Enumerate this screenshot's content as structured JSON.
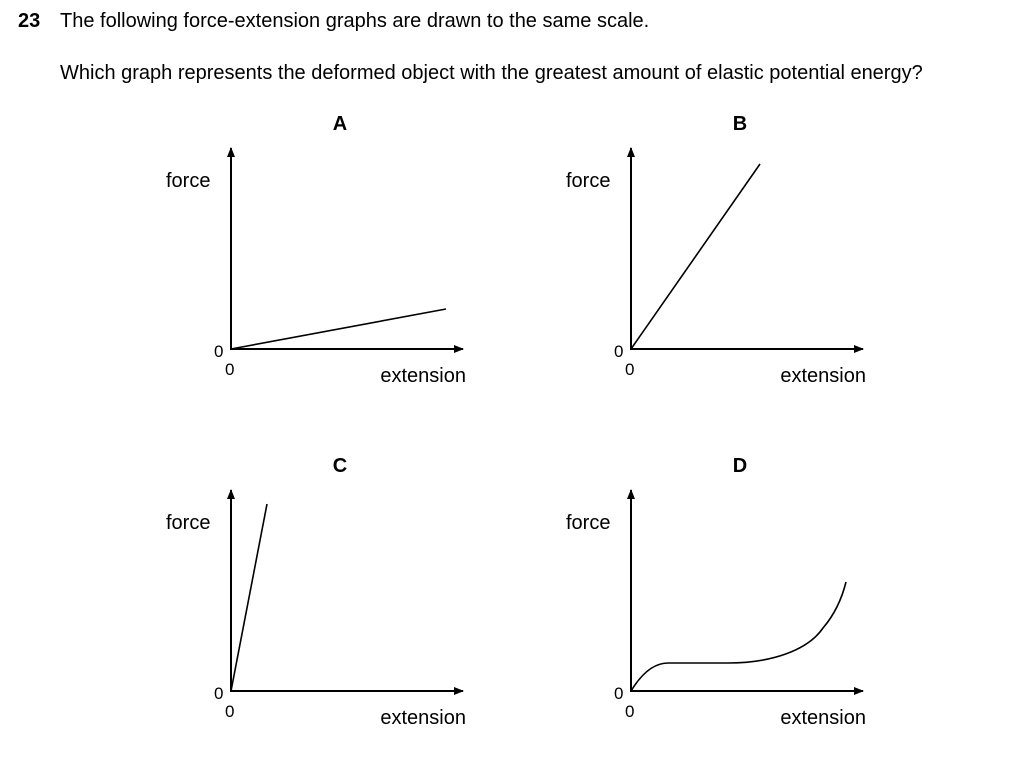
{
  "question": {
    "number": "23",
    "stem": "The following force-extension graphs are drawn to the same scale.",
    "prompt": "Which graph represents the deformed object with the greatest amount of elastic potential energy?"
  },
  "graphs": [
    {
      "letter": "A",
      "y_label": "force",
      "x_label": "extension",
      "origin_x": "0",
      "origin_y": "0"
    },
    {
      "letter": "B",
      "y_label": "force",
      "x_label": "extension",
      "origin_x": "0",
      "origin_y": "0"
    },
    {
      "letter": "C",
      "y_label": "force",
      "x_label": "extension",
      "origin_x": "0",
      "origin_y": "0"
    },
    {
      "letter": "D",
      "y_label": "force",
      "x_label": "extension",
      "origin_x": "0",
      "origin_y": "0"
    }
  ]
}
